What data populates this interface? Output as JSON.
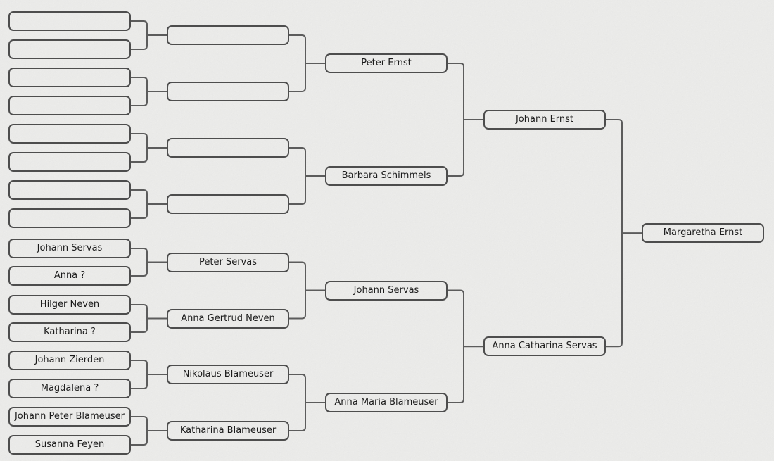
{
  "diagram": {
    "kind": "ancestor-tree",
    "root_person": "Margaretha Ernst",
    "colors": {
      "background": "#f2f2f0",
      "box_border": "#4d4d4d",
      "connector": "#5c5c5c",
      "text": "#1b1b1b"
    }
  },
  "tree": {
    "generations": [
      {
        "name": "person",
        "boxes": [
          "Margaretha Ernst"
        ]
      },
      {
        "name": "parents",
        "boxes": [
          "Johann Ernst",
          "Anna Catharina Servas"
        ]
      },
      {
        "name": "grandparents",
        "boxes": [
          "Peter Ernst",
          "Barbara Schimmels",
          "Johann Servas",
          "Anna Maria Blameuser"
        ]
      },
      {
        "name": "great-grandparents",
        "boxes": [
          "",
          "",
          "",
          "",
          "Peter Servas",
          "Anna Gertrud Neven",
          "Nikolaus Blameuser",
          "Katharina Blameuser"
        ]
      },
      {
        "name": "great-great-grandparents",
        "boxes": [
          "",
          "",
          "",
          "",
          "",
          "",
          "",
          "",
          "Johann Servas",
          "Anna ?",
          "Hilger Neven",
          "Katharina ?",
          "Johann Zierden",
          "Magdalena ?",
          "Johann Peter Blameuser",
          "Susanna Feyen"
        ]
      }
    ]
  }
}
